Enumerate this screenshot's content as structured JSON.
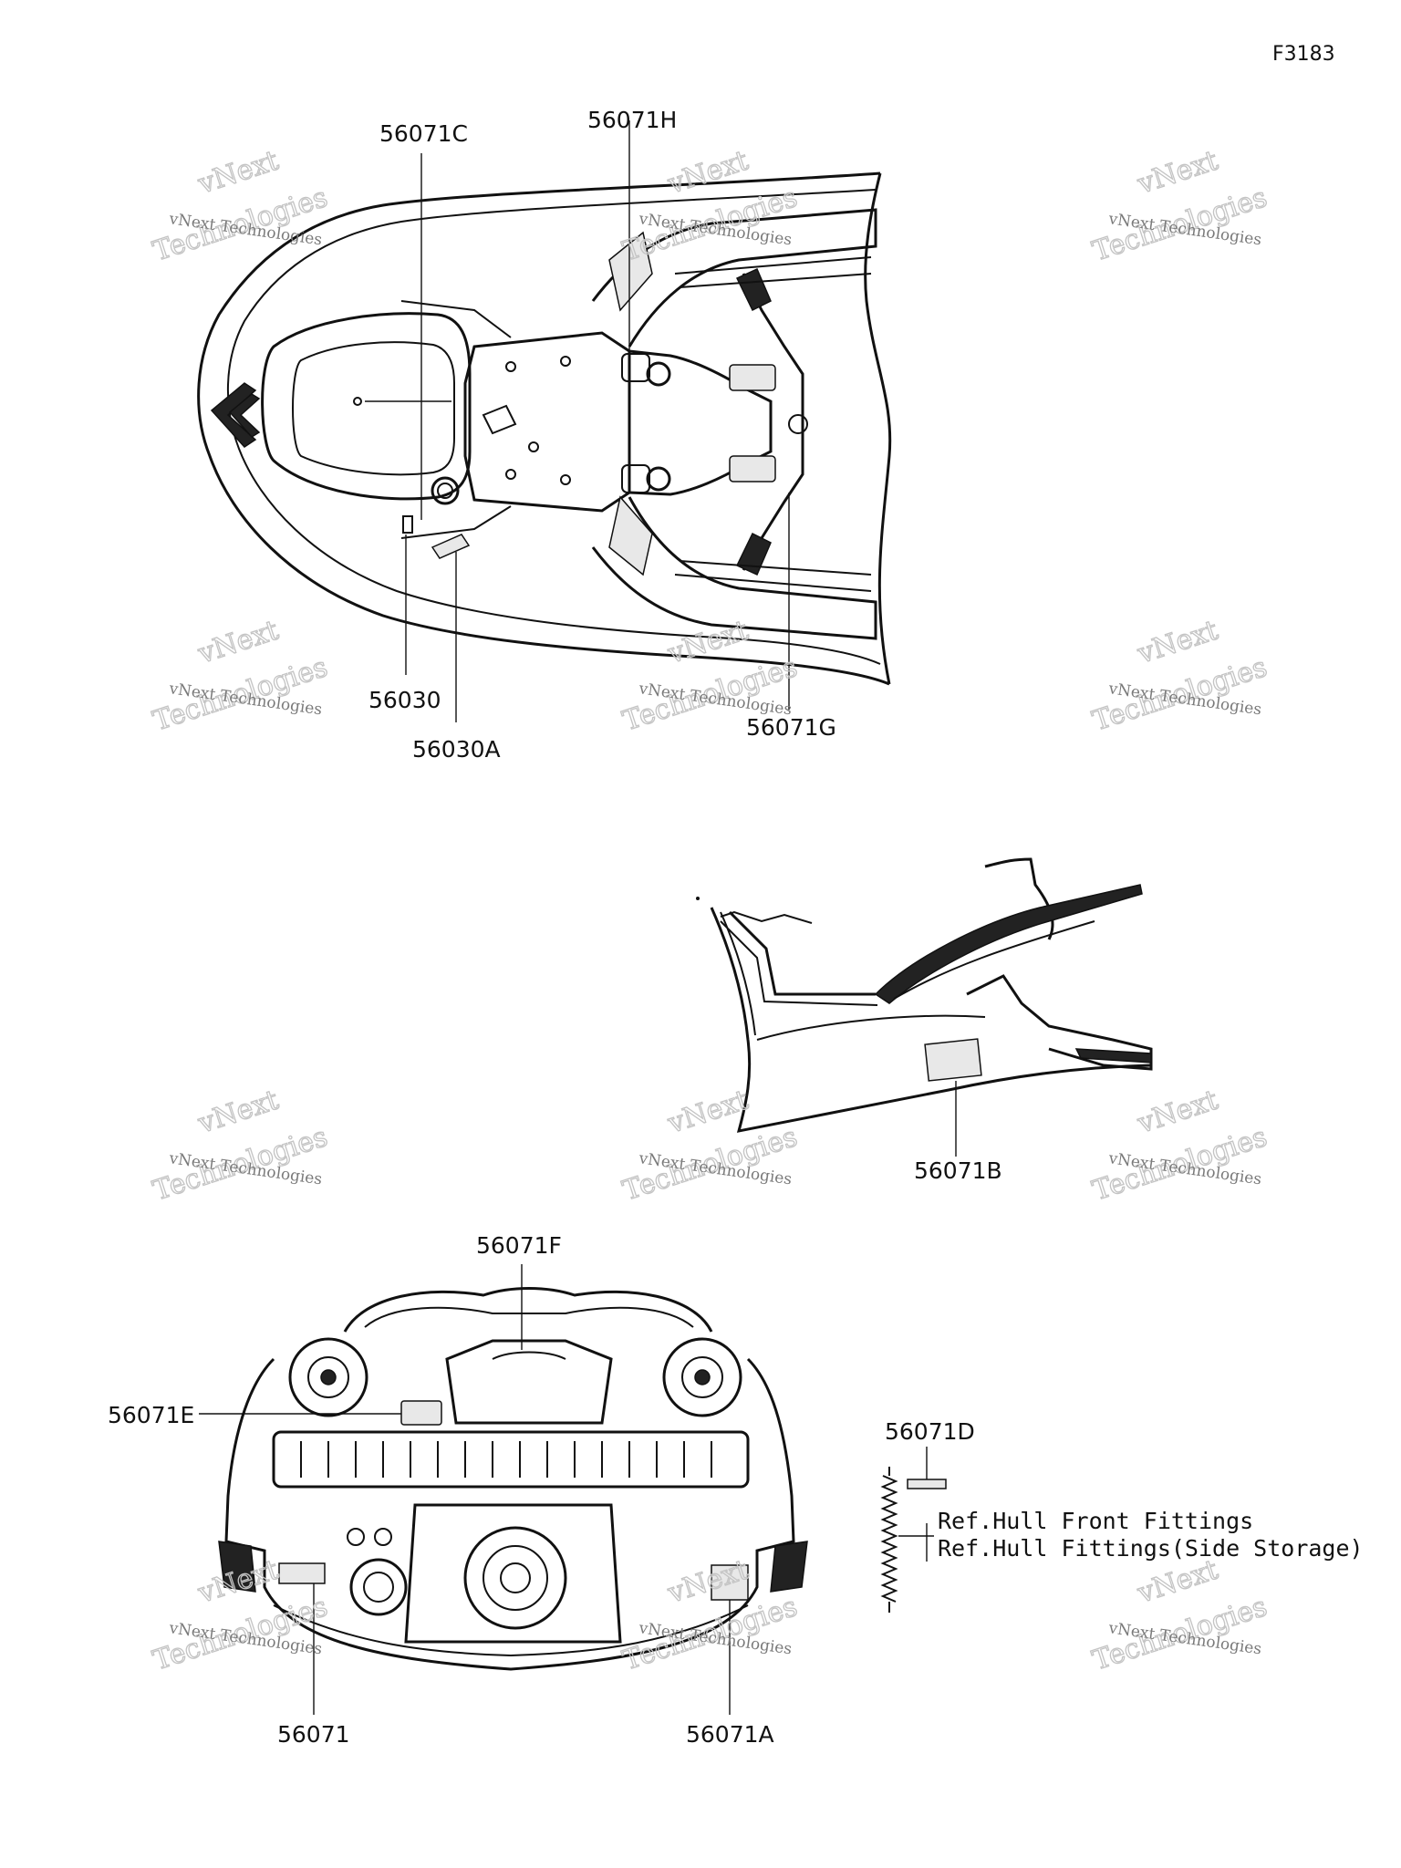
{
  "figure_code": "F3183",
  "callouts": {
    "c56071C": "56071C",
    "c56071H": "56071H",
    "c56030": "56030",
    "c56030A": "56030A",
    "c56071G": "56071G",
    "c56071B": "56071B",
    "c56071F": "56071F",
    "c56071E": "56071E",
    "c56071D": "56071D",
    "c56071": "56071",
    "c56071A": "56071A"
  },
  "references": {
    "front_fittings": "Ref.Hull Front Fittings",
    "side_storage": "Ref.Hull Fittings(Side Storage)"
  },
  "watermark": {
    "line1": "vNext Technologies",
    "line2": "vNext",
    "line3": "Technologies"
  }
}
